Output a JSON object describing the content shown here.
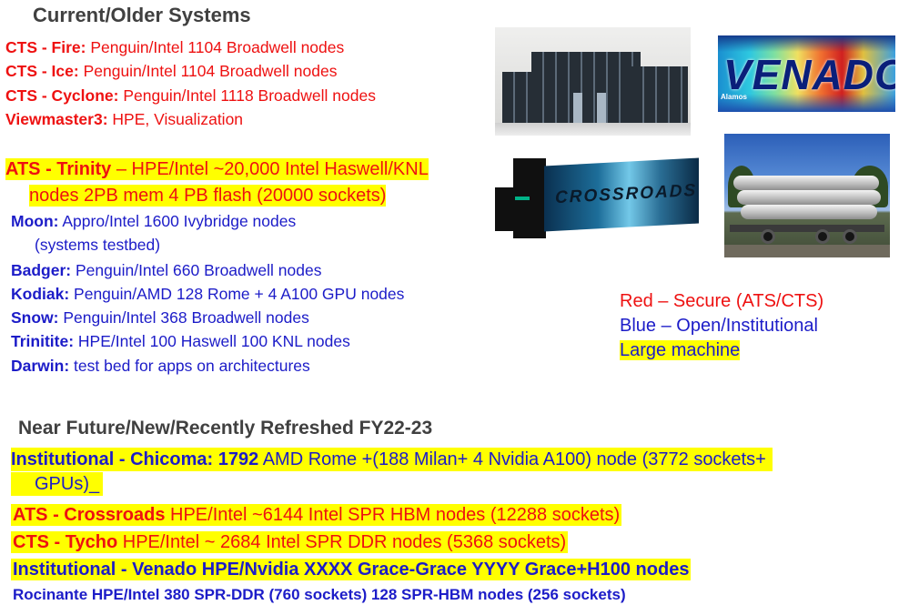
{
  "current_section": {
    "heading": "Current/Older Systems",
    "secure": [
      {
        "name": "CTS - Fire:",
        "desc": " Penguin/Intel 1104 Broadwell nodes"
      },
      {
        "name": "CTS - Ice:",
        "desc": " Penguin/Intel 1104 Broadwell nodes"
      },
      {
        "name": "CTS - Cyclone:",
        "desc": " Penguin/Intel 1118 Broadwell nodes"
      },
      {
        "name": "Viewmaster3:",
        "desc": " HPE, Visualization"
      }
    ],
    "trinity": {
      "name": "ATS - Trinity",
      "line1": " – HPE/Intel ~20,000 Intel  Haswell/KNL",
      "line2": "nodes 2PB mem 4 PB flash (20000 sockets)"
    },
    "moon": {
      "name": "Moon:",
      "desc": " Appro/Intel 1600 Ivybridge nodes",
      "line2": "(systems testbed)"
    },
    "open": [
      {
        "name": "Badger:",
        "desc": " Penguin/Intel 660 Broadwell nodes"
      },
      {
        "name": "Kodiak:",
        "desc": " Penguin/AMD 128 Rome + 4 A100 GPU nodes"
      },
      {
        "name": "Snow:",
        "desc": "  Penguin/Intel 368 Broadwell nodes"
      },
      {
        "name": "Trinitite:",
        "desc": " HPE/Intel 100 Haswell 100 KNL nodes"
      },
      {
        "name": "Darwin:",
        "desc": " test bed for apps on architectures"
      }
    ]
  },
  "legend": {
    "red": "Red – Secure (ATS/CTS)",
    "blue": "Blue – Open/Institutional",
    "large": "Large machine"
  },
  "images": {
    "venado_word": "VENADO",
    "venado_sub": "Alamos",
    "crossroads_word": "CROSSROADS"
  },
  "future_section": {
    "heading": "Near Future/New/Recently Refreshed FY22-23",
    "chicoma": {
      "name": "Institutional - Chicoma:  1792",
      "desc": " AMD Rome +(188 Milan+ 4 Nvidia A100) node (3772 sockets+",
      "line2": "GPUs)_"
    },
    "crossroads": {
      "name": "ATS - Crossroads",
      "desc": " HPE/Intel ~6144 Intel SPR HBM nodes (12288 sockets)"
    },
    "tycho": {
      "name": "CTS - Tycho",
      "desc": " HPE/Intel ~ 2684 Intel SPR DDR nodes (5368 sockets)"
    },
    "venado": "Institutional - Venado HPE/Nvidia XXXX Grace-Grace YYYY Grace+H100 nodes",
    "rocinante": "Rocinante HPE/Intel 380 SPR-DDR (760 sockets) 128 SPR-HBM nodes (256 sockets)"
  },
  "colors": {
    "secure": "#ee1111",
    "open": "#1c1cc8",
    "highlight": "#ffff00",
    "heading": "#404040"
  }
}
